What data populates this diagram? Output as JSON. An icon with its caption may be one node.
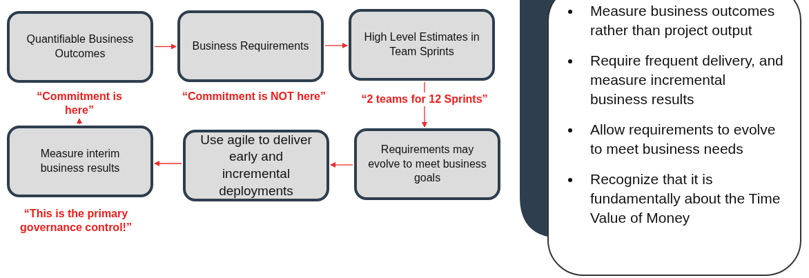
{
  "diagram": {
    "nodes": [
      {
        "text": [
          "Quantifiable Business Outcomes"
        ]
      },
      {
        "text": [
          "Business Requirements"
        ]
      },
      {
        "text": [
          "High Level Estimates in Team Sprints"
        ]
      },
      {
        "text": [
          "“Commitment is here”"
        ]
      },
      {
        "text": [
          "Measure interim business results"
        ]
      },
      {
        "text": [
          "Use agile to deliver early and incremental deployments"
        ]
      },
      {
        "text": [
          "Requirements may evolve to meet business goals"
        ]
      },
      {
        "text": [
          "Measure business outcomes rather than project output",
          "Require frequent delivery, and measure incremental business results",
          "Allow requirements to evolve to meet business needs",
          "Recognize that it is fundamentally about the Time Value of Money"
        ]
      }
    ],
    "edges": [
      {
        "from": 0,
        "to": 1,
        "arrow": "to"
      },
      {
        "from": 1,
        "to": 2,
        "arrow": "to"
      },
      {
        "from": 2,
        "to": 6,
        "arrow": "to",
        "label": "“2 teams for 12 Sprints”"
      },
      {
        "from": 6,
        "to": 5,
        "arrow": "to"
      },
      {
        "from": 5,
        "to": 4,
        "arrow": "to"
      },
      {
        "from": 4,
        "to": 3,
        "arrow": "to"
      }
    ],
    "labels": [
      "“Commitment is NOT here”",
      "“This is the primary governance control!”"
    ]
  }
}
